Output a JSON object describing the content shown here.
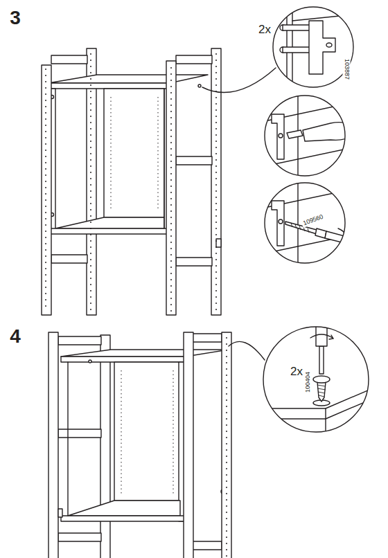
{
  "diagram": {
    "labels": [
      "3",
      "2x",
      "103887",
      "109560",
      "4",
      "2x",
      "100404"
    ]
  }
}
